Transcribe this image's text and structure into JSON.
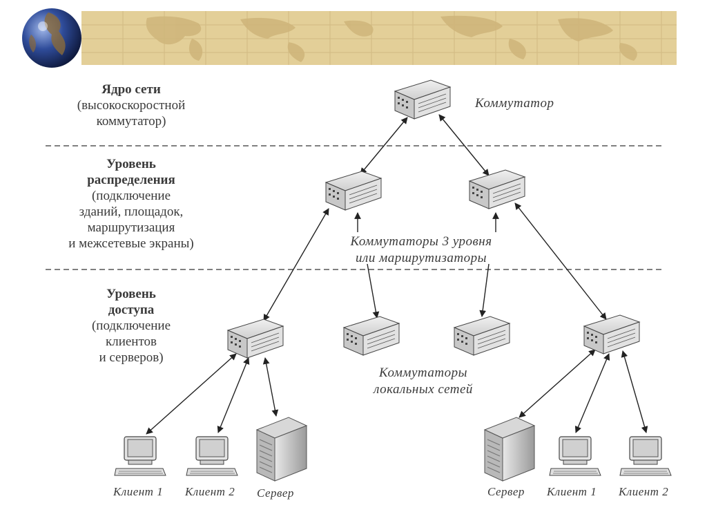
{
  "layers": {
    "core": {
      "title": "Ядро сети",
      "lines": [
        "(высокоскоростной",
        "коммутатор)"
      ]
    },
    "distribution": {
      "title_lines": [
        "Уровень",
        "распределения"
      ],
      "lines": [
        "(подключение",
        "зданий, площадок,",
        "маршрутизация",
        "и межсетевые экраны)"
      ]
    },
    "access": {
      "title_lines": [
        "Уровень",
        "доступа"
      ],
      "lines": [
        "(подключение",
        "клиентов",
        "и серверов)"
      ]
    }
  },
  "labels": {
    "core_switch": "Коммутатор",
    "l3_line1": "Коммутаторы 3 уровня",
    "l3_line2": "или маршрутизаторы",
    "lan_line1": "Коммутаторы",
    "lan_line2": "локальных сетей",
    "left_client1": "Клиент 1",
    "left_client2": "Клиент 2",
    "left_server": "Сервер",
    "right_server": "Сервер",
    "right_client1": "Клиент 1",
    "right_client2": "Клиент 2"
  },
  "colors": {
    "banner": "#e3cf98",
    "map": "#cfb57a",
    "device_body": "#dcdcdc",
    "line": "#222222"
  },
  "icons": {
    "globe": "globe-icon",
    "switch": "switch-icon",
    "server": "server-tower-icon",
    "client": "workstation-icon"
  }
}
